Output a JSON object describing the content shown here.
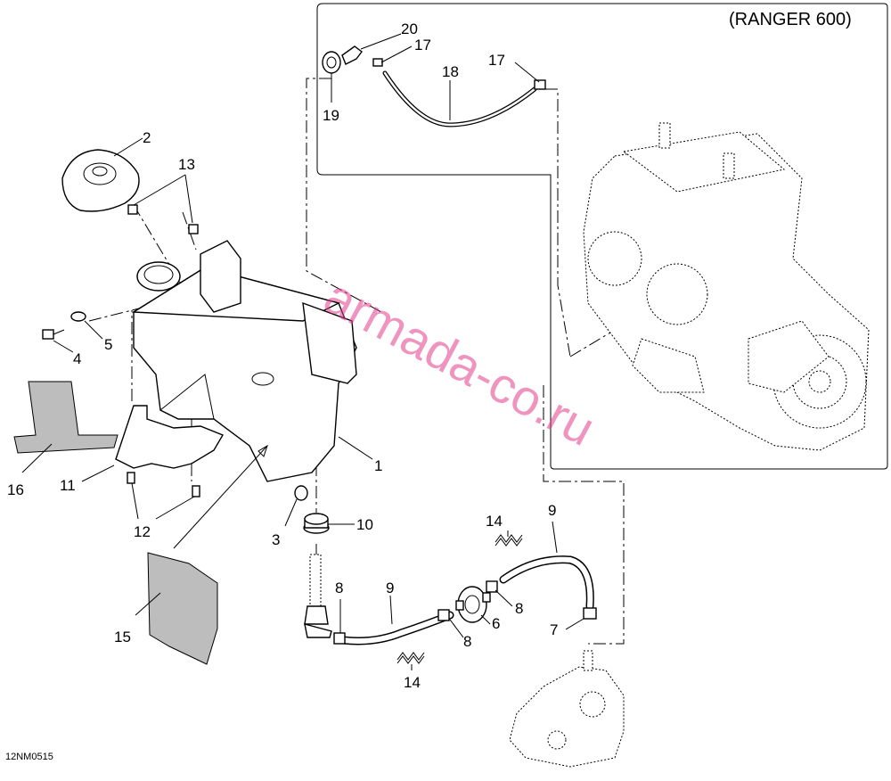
{
  "title": "(RANGER 600)",
  "drawing_code": "12NM0515",
  "watermark": "armada-co.ru",
  "callouts": [
    {
      "id": "c1",
      "text": "1"
    },
    {
      "id": "c2",
      "text": "2"
    },
    {
      "id": "c3",
      "text": "3"
    },
    {
      "id": "c4",
      "text": "4"
    },
    {
      "id": "c5",
      "text": "5"
    },
    {
      "id": "c6",
      "text": "6"
    },
    {
      "id": "c7",
      "text": "7"
    },
    {
      "id": "c8a",
      "text": "8"
    },
    {
      "id": "c8b",
      "text": "8"
    },
    {
      "id": "c8c",
      "text": "8"
    },
    {
      "id": "c9a",
      "text": "9"
    },
    {
      "id": "c9b",
      "text": "9"
    },
    {
      "id": "c10",
      "text": "10"
    },
    {
      "id": "c11",
      "text": "11"
    },
    {
      "id": "c12",
      "text": "12"
    },
    {
      "id": "c13",
      "text": "13"
    },
    {
      "id": "c14a",
      "text": "14"
    },
    {
      "id": "c14b",
      "text": "14"
    },
    {
      "id": "c15",
      "text": "15"
    },
    {
      "id": "c16",
      "text": "16"
    },
    {
      "id": "c17a",
      "text": "17"
    },
    {
      "id": "c17b",
      "text": "17"
    },
    {
      "id": "c18",
      "text": "18"
    },
    {
      "id": "c19",
      "text": "19"
    },
    {
      "id": "c20",
      "text": "20"
    }
  ]
}
